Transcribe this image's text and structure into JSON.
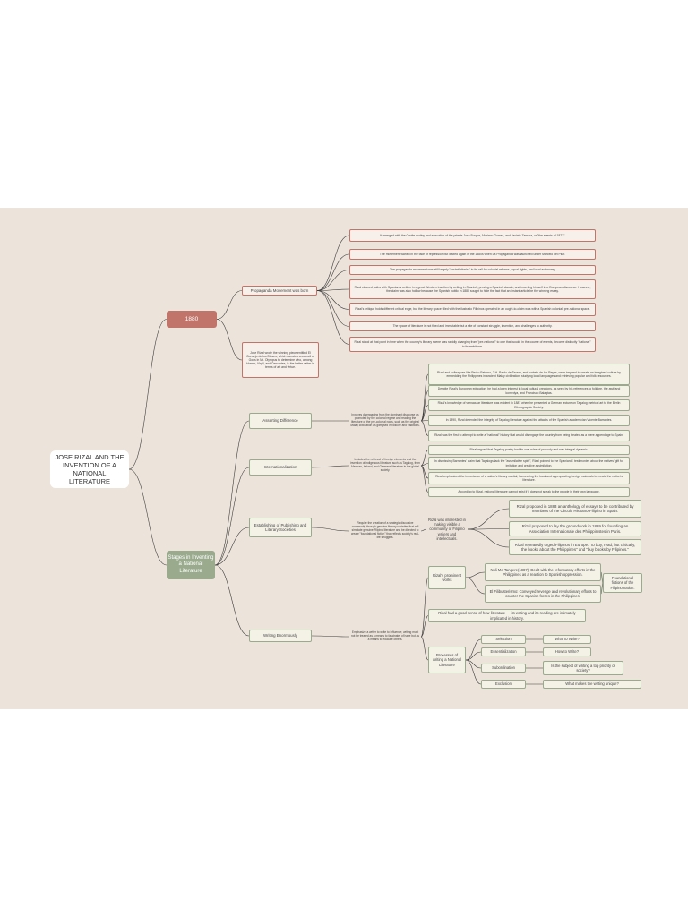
{
  "title": "JOSE RIZAL AND THE INVENTION OF A NATIONAL LITERATURE",
  "b1880": {
    "label": "1880",
    "propaganda": {
      "label": "Propaganda Movement was born",
      "items": [
        "It emerged with the Cavite mutiny and execution of the priests Jose Burgos, Mariano Gomez, and Jacinto Zamora, or \"the events of 1872\".",
        "The movement waned in the face of repression but waxed again in the 1880s when La Propaganda was launched under Marcelo del Pilar.",
        "The propaganda movement was still largely \"assimilationist\" in its call for colonial reforms, equal rights, and local autonomy.",
        "Rizal cleaved paths with Spaniards written in a great Western tradition by writing in Spanish, proving a Spanish classic, and inserting himself into European discourse. However, the claim was also hollow because the Spanish public in 1880 sought to hide the fact that an instant article be the winning essay.",
        "Rizal's critique holds different critical edge, but the literary space filled with the ilustrado Filipinos operated in an ought-to-claim was with a Spanish colonial, pre-national space.",
        "The space of literature is not fixed and immutable but a site of constant struggle, invention, and challenges to authority.",
        "Rizal stood at that point in time when the country's literary scene was rapidly changing from \"pre-national\" to one that would, in the course of events, become distinctly \"national\" in its ambitions."
      ]
    },
    "award": "Jose Rizal wrote the winning piece entitled El Consejo de los Dioses, which narrates a council of Gods in Mt. Olympus to determine who, among Homer, Virgil, and Cervantes, is the better writer in terms of art and virtue."
  },
  "stages": {
    "label": "Stages in Inventing a National Literature",
    "asserting": {
      "label": "Asserting Difference",
      "summary": "Involves disengaging from the dominant discourse as promoted by the colonial regime and reading the literature of the pre-colonial roots, such as the original Malay civilization as glimpsed in folklore and traditions.",
      "items": [
        "Rizal and colleagues like Pedro Paterno, T.H. Pardo de Tavera, and Isabelo de los Reyes, were inspired to create an imagined culture by embedding the Philippines in ancient Malay civilization, studying local languages and retrieving popular and folk resources.",
        "Despite Rizal's European education, he had a keen interest in local cultural creations, as seen by his references to folklore, the awit and komedya, and Francisco Balagtas.",
        "Rizal's knowledge of vernacular literature was evident in 1887 when he presented a German lecture on Tagalog metrical art to the Berlin Ethnographic Society.",
        "In 1890, Rizal defended the integrity of Tagalog literature against the attacks of the Spanish academician Vicente Barrantes.",
        "Rizal was the first to attempt to write a \"national\" history that would disengage the country from being treated as a mere appendage to Spain."
      ]
    },
    "intl": {
      "label": "Internationalization",
      "summary": "Includes the retrieval of foreign elements and the invention of indigenous literature such as Tagalog, from Mexican, Ireland, and Germans literature in the global society.",
      "items": [
        "Rizal argued that Tagalog poetry had its own rules of prosody and was integral dynamic.",
        "In dismissing Barrantes' claim that Tagalogs lack the \"assimilative spirit\", Rizal pointed to the Spaniards' testimonies about the natives' gift for imitation and creative assimilation.",
        "Rizal emphasized the importance of a nation's literary capital, harnessing the local and appropriating foreign materials to create the nation's literature.",
        "According to Rizal, national literature cannot exist if it does not speak to the people in their own language."
      ]
    },
    "establishing": {
      "label": "Establishing of Publishing and Literary Societies",
      "summary": "Require the creation of a strategic discursive community through genuine literary societies that will simulate genuine Filipino literature and be directed to create \"foundational fiction\" that reflects society's real-life struggles.",
      "mid": "Rizal was interested in making visible a community of Filipino writers and intellectuals.",
      "items": [
        "Rizal proposed in 1883 an anthology of essays to be contributed by members of the Circulo Hispano-Filipino in Spain.",
        "Rizal proposed to lay the groundwork in 1889 for founding an Association Internationale des Philippinistes in Paris.",
        "Rizal repeatedly urged Filipinos in Europe: \"to buy, read, but critically, the books about the Philippines\" and \"buy books by Filipinos.\""
      ]
    },
    "writing": {
      "label": "Writing Enormously",
      "summary": "Emphasize a writer to write to influence; writing must not be treated as a means to fascinate; of have but as a means to educate others.",
      "works": {
        "label": "Rizal's prominent works",
        "items": [
          "Noli Me Tangere(1887): Dealt with the reformatory efforts in the Philippines as a reaction to Spanish oppression.",
          "El Filibusterismo: Conveyed revenge and revolutionary efforts to counter the Spanish forces in the Philippines."
        ],
        "result": "Foundational fictions of the Filipino nation."
      },
      "sense": "Rizal had a good sense of how literature — its writing and its reading are intimately implicated in history.",
      "process": {
        "label": "Processes of writing a National Literature",
        "steps": [
          {
            "name": "Selection",
            "question": "What to Write?"
          },
          {
            "name": "Essentialization",
            "question": "How to Write?"
          },
          {
            "name": "Subordination",
            "question": "Is the subject of writing a top priority of society?"
          },
          {
            "name": "Exclusion",
            "question": "What makes the writing unique?"
          }
        ]
      }
    }
  },
  "colors": {
    "background": "#ece3da",
    "red": "#c1746a",
    "green": "#9aaa8d",
    "line": "#3d3d3d"
  }
}
